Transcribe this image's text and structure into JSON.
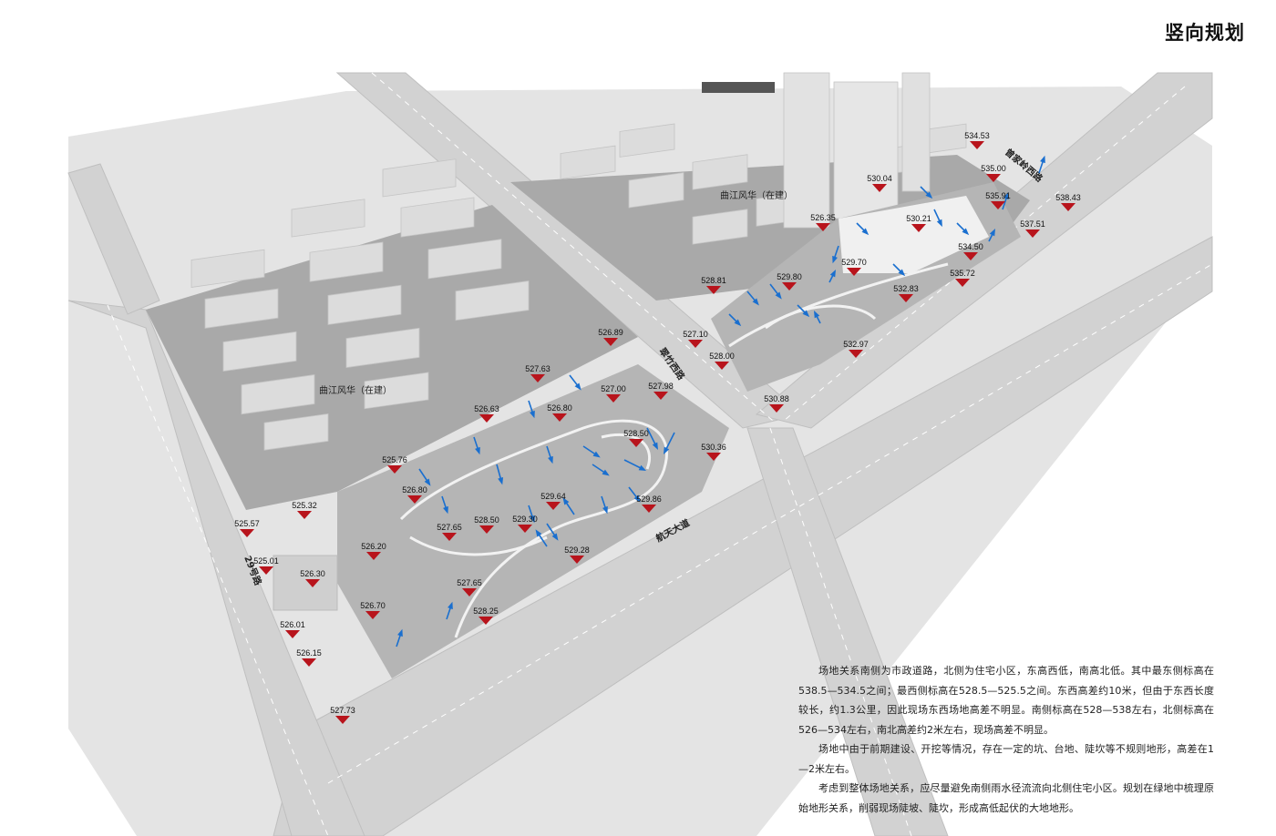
{
  "title": "竖向规划",
  "compound_labels": [
    "曲江风华（在建）",
    "曲江风华（在建）"
  ],
  "road_labels": [
    "曾家岭西路",
    "翠竹西路",
    "航天大道",
    "29号路"
  ],
  "elevation_points": [
    "534.53",
    "535.00",
    "535.91",
    "538.43",
    "537.51",
    "530.04",
    "530.21",
    "526.35",
    "534.50",
    "529.70",
    "535.72",
    "529.80",
    "532.83",
    "528.81",
    "527.10",
    "528.00",
    "532.97",
    "530.88",
    "526.89",
    "527.63",
    "527.00",
    "527.98",
    "526.63",
    "526.80",
    "528.50",
    "530.36",
    "525.76",
    "526.80",
    "529.64",
    "529.86",
    "525.32",
    "527.65",
    "528.50",
    "529.30",
    "525.57",
    "526.20",
    "529.28",
    "525.01",
    "526.30",
    "527.65",
    "526.70",
    "528.25",
    "526.01",
    "526.15",
    "527.73"
  ],
  "description": [
    "场地关系南侧为市政道路，北侧为住宅小区，东高西低，南高北低。其中最东侧标高在538.5—534.5之间；最西侧标高在528.5—525.5之间。东西高差约10米，但由于东西长度较长，约1.3公里，因此现场东西场地高差不明显。南侧标高在528—538左右，北侧标高在526—534左右，南北高差约2米左右，现场高差不明显。",
    "场地中由于前期建设、开挖等情况，存在一定的坑、台地、陡坎等不规则地形，高差在1—2米左右。",
    "考虑到整体场地关系，应尽量避免南侧雨水径流流向北侧住宅小区。规划在绿地中梳理原始地形关系，削弱现场陡坡、陡坎，形成高低起伏的大地地形。"
  ]
}
